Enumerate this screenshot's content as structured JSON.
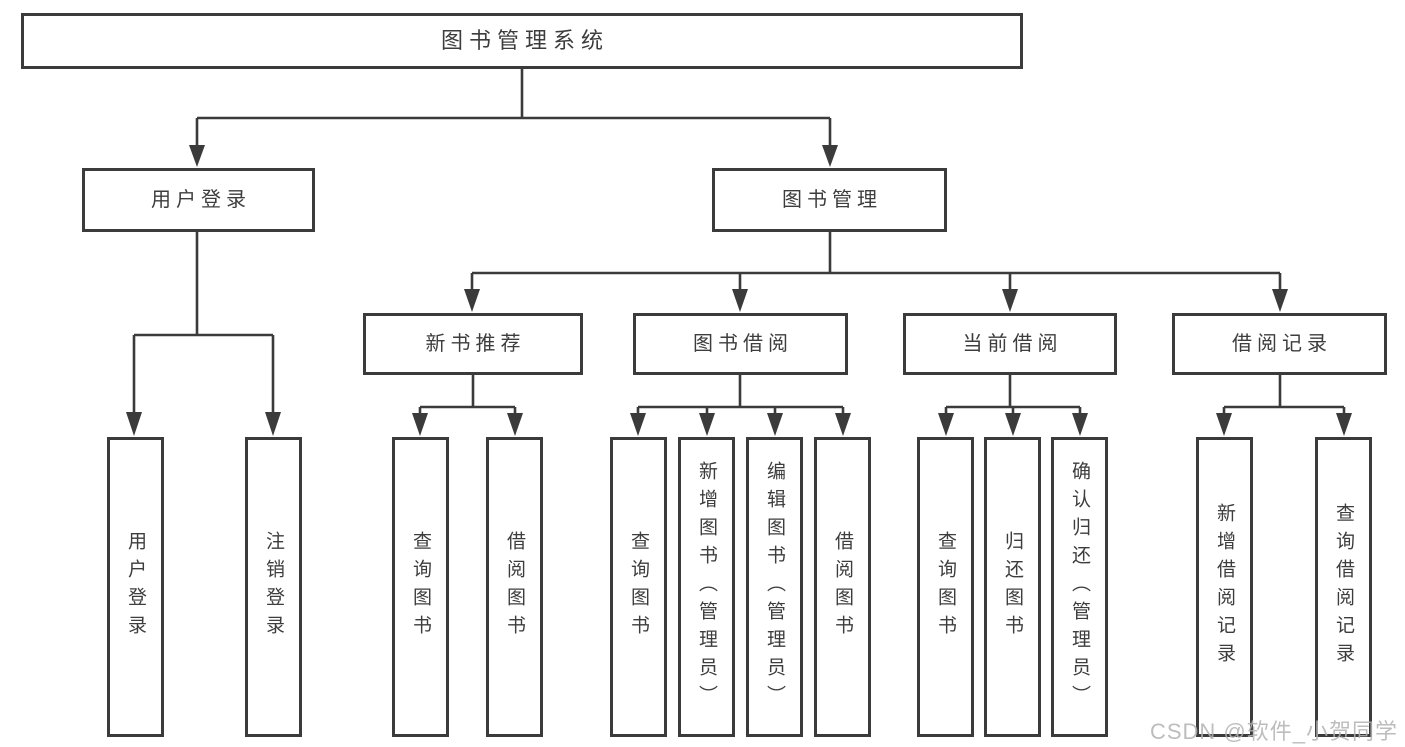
{
  "colors": {
    "line": "#3b3b3b",
    "text": "#3d3d3d",
    "bg": "#ffffff",
    "watermark": "#b2b2b2"
  },
  "nodes": {
    "root": {
      "label": "图书管理系统"
    },
    "user_login": {
      "label": "用户登录"
    },
    "book_mgmt": {
      "label": "图书管理"
    },
    "new_books": {
      "label": "新书推荐"
    },
    "book_borrow": {
      "label": "图书借阅"
    },
    "current_borrow": {
      "label": "当前借阅"
    },
    "borrow_records": {
      "label": "借阅记录"
    },
    "user_login_login": {
      "label": "用户登录"
    },
    "user_login_logout": {
      "label": "注销登录"
    },
    "new_books_query": {
      "label": "查询图书"
    },
    "new_books_borrow": {
      "label": "借阅图书"
    },
    "borrow_query": {
      "label": "查询图书"
    },
    "borrow_add": {
      "label": "新增图书（管理员）"
    },
    "borrow_edit": {
      "label": "编辑图书（管理员）"
    },
    "borrow_borrow": {
      "label": "借阅图书"
    },
    "current_query": {
      "label": "查询图书"
    },
    "current_return": {
      "label": "归还图书"
    },
    "current_confirm": {
      "label": "确认归还（管理员）"
    },
    "records_add": {
      "label": "新增借阅记录"
    },
    "records_query": {
      "label": "查询借阅记录"
    }
  },
  "watermark": {
    "text": "CSDN @软件_小贺同学"
  }
}
